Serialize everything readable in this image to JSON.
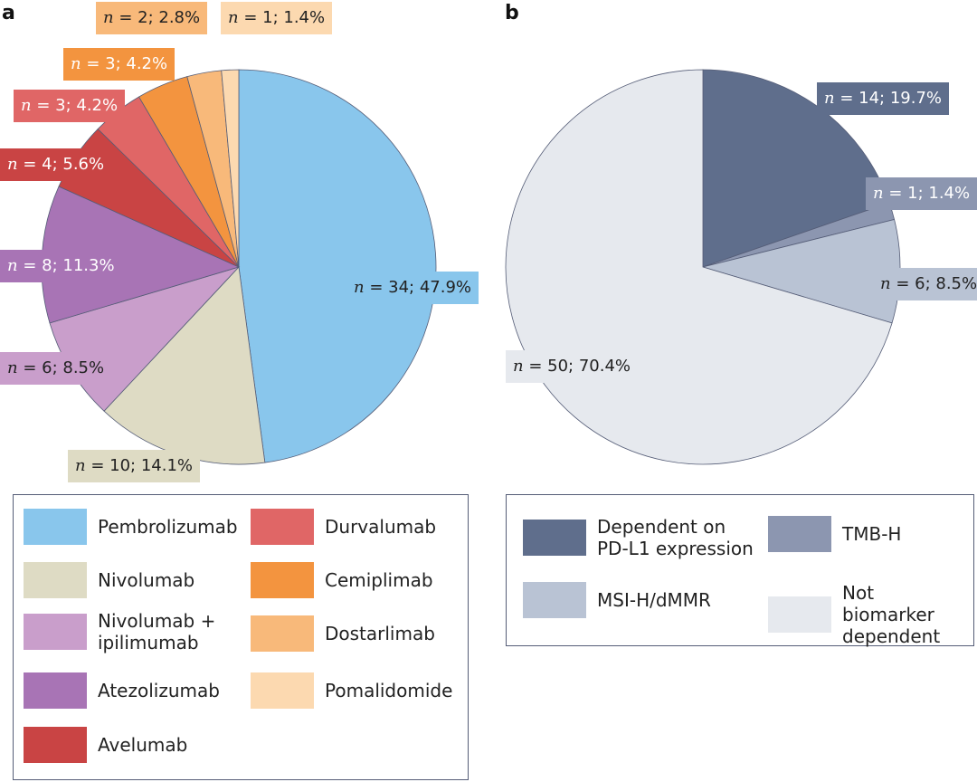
{
  "chart_data": [
    {
      "panel": "a",
      "type": "pie",
      "start": "top",
      "direction": "clockwise",
      "slices": [
        {
          "name": "Pembrolizumab",
          "n": 34,
          "pct": 47.9,
          "color": "#89C6EC"
        },
        {
          "name": "Nivolumab",
          "n": 10,
          "pct": 14.1,
          "color": "#DEDBC4"
        },
        {
          "name": "Nivolumab + ipilimumab",
          "n": 6,
          "pct": 8.5,
          "color": "#C99ECB"
        },
        {
          "name": "Atezolizumab",
          "n": 8,
          "pct": 11.3,
          "color": "#A874B5"
        },
        {
          "name": "Avelumab",
          "n": 4,
          "pct": 5.6,
          "color": "#C94444"
        },
        {
          "name": "Durvalumab",
          "n": 3,
          "pct": 4.2,
          "color": "#E06666"
        },
        {
          "name": "Cemiplimab",
          "n": 3,
          "pct": 4.2,
          "color": "#F3943F"
        },
        {
          "name": "Dostarlimab",
          "n": 2,
          "pct": 2.8,
          "color": "#F8B97A"
        },
        {
          "name": "Pomalidomide",
          "n": 1,
          "pct": 1.4,
          "color": "#FCD9B0"
        }
      ],
      "legend": "bottom"
    },
    {
      "panel": "b",
      "type": "pie",
      "start": "top",
      "direction": "clockwise",
      "slices": [
        {
          "name": "Dependent on PD-L1 expression",
          "n": 14,
          "pct": 19.7,
          "color": "#5F6E8C"
        },
        {
          "name": "TMB-H",
          "n": 1,
          "pct": 1.4,
          "color": "#8C96B0"
        },
        {
          "name": "MSI-H/dMMR",
          "n": 6,
          "pct": 8.5,
          "color": "#B9C3D4"
        },
        {
          "name": "Not biomarker dependent",
          "n": 50,
          "pct": 70.4,
          "color": "#E6E9EE"
        }
      ],
      "legend": "bottom"
    }
  ]
}
